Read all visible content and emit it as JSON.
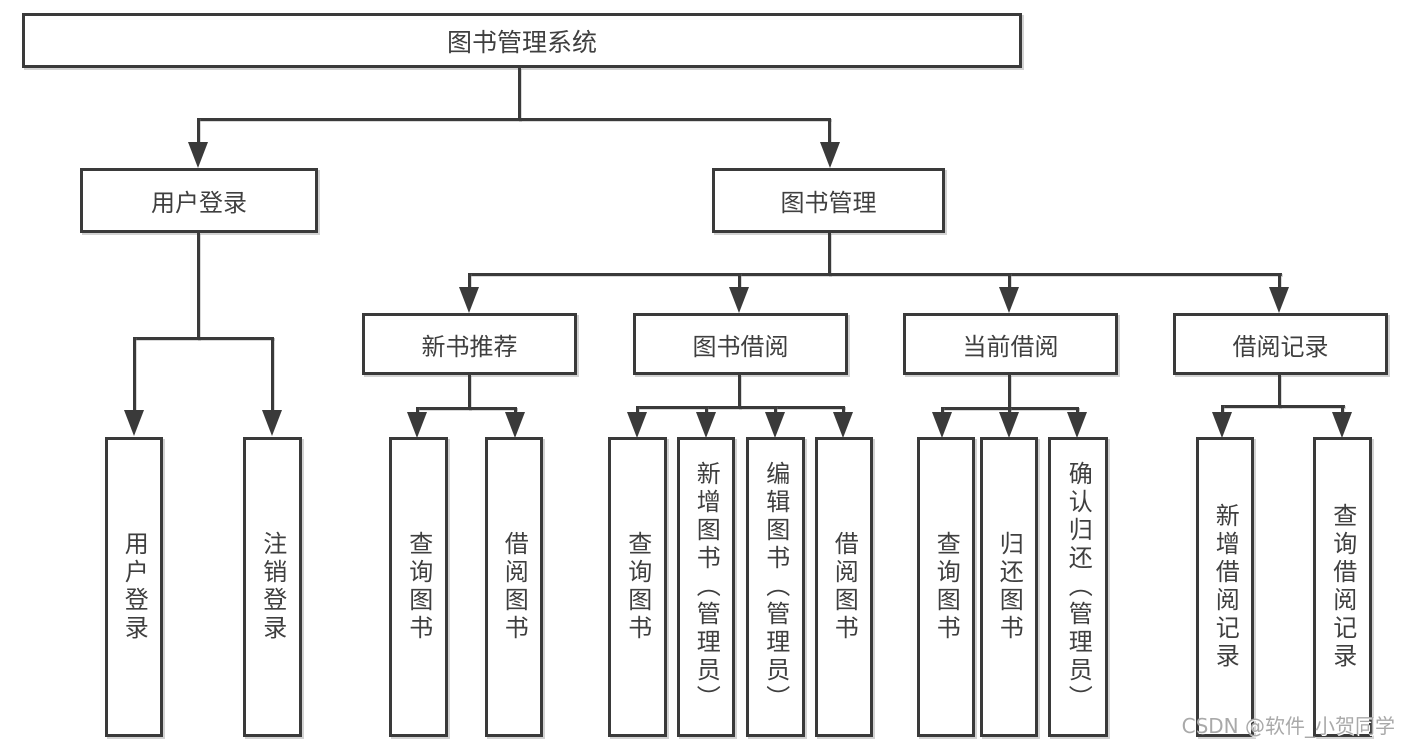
{
  "diagram": {
    "type": "tree",
    "title": "图书管理系统",
    "watermark": "CSDN @软件_小贺同学",
    "colors": {
      "line": "#3a3a3a",
      "box_border": "#3a3a3a",
      "text": "#3f3f3f",
      "background": "#ffffff",
      "watermark": "#a9a9a9"
    },
    "tree": {
      "label": "图书管理系统",
      "children": [
        {
          "label": "用户登录",
          "children": [
            {
              "label": "用户登录"
            },
            {
              "label": "注销登录"
            }
          ]
        },
        {
          "label": "图书管理",
          "children": [
            {
              "label": "新书推荐",
              "children": [
                {
                  "label": "查询图书"
                },
                {
                  "label": "借阅图书"
                }
              ]
            },
            {
              "label": "图书借阅",
              "children": [
                {
                  "label": "查询图书"
                },
                {
                  "label": "新增图书（管理员）"
                },
                {
                  "label": "编辑图书（管理员）"
                },
                {
                  "label": "借阅图书"
                }
              ]
            },
            {
              "label": "当前借阅",
              "children": [
                {
                  "label": "查询图书"
                },
                {
                  "label": "归还图书"
                },
                {
                  "label": "确认归还（管理员）"
                }
              ]
            },
            {
              "label": "借阅记录",
              "children": [
                {
                  "label": "新增借阅记录"
                },
                {
                  "label": "查询借阅记录"
                }
              ]
            }
          ]
        }
      ]
    }
  }
}
